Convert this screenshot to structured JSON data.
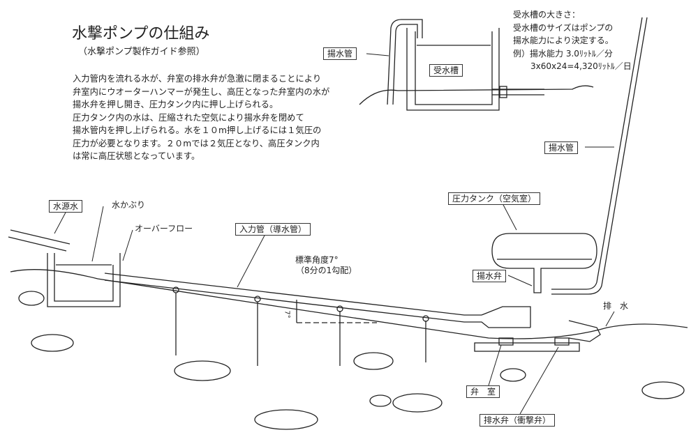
{
  "title": "水撃ポンプの仕組み",
  "subtitle": "（水撃ポンプ製作ガイド参照）",
  "description": [
    "入力管内を流れる水が、弁室の排水弁が急激に閉まることにより",
    "弁室内にウオーターハンマーが発生し、高圧となった弁室内の水が",
    "揚水弁を押し開き、圧力タンク内に押し上げられる。",
    "圧力タンク内の水は、圧縮された空気により揚水弁を閉めて",
    "揚水管内を押し上げられる。水を１０m押し上げるには１気圧の",
    "圧力が必要となります。２０mでは２気圧となり、高圧タンク内",
    "は常に高圧状態となっています。"
  ],
  "note": [
    "受水槽の大きさ：",
    "受水槽のサイズはポンプの",
    "揚水能力により決定する。",
    "例）揚水能力 3.0ﾘｯﾄﾙ／分",
    "3x60x24=4,320ﾘｯﾄﾙ／日"
  ],
  "labels": {
    "lift_pipe_left": "揚水管",
    "receiving_tank": "受水槽",
    "lift_pipe_right": "揚水管",
    "water_source": "水源水",
    "water_cover": "水かぶり",
    "overflow": "オーバーフロー",
    "input_pipe": "入力管（導水管）",
    "angle": "標準角度7°",
    "slope": "（8分の1勾配）",
    "angle_mark": "7°",
    "pressure_tank": "圧力タンク（空気室）",
    "lift_valve": "揚水弁",
    "drain": "排　水",
    "valve_chamber": "弁　室",
    "drain_valve": "排水弁（衝撃弁）"
  }
}
